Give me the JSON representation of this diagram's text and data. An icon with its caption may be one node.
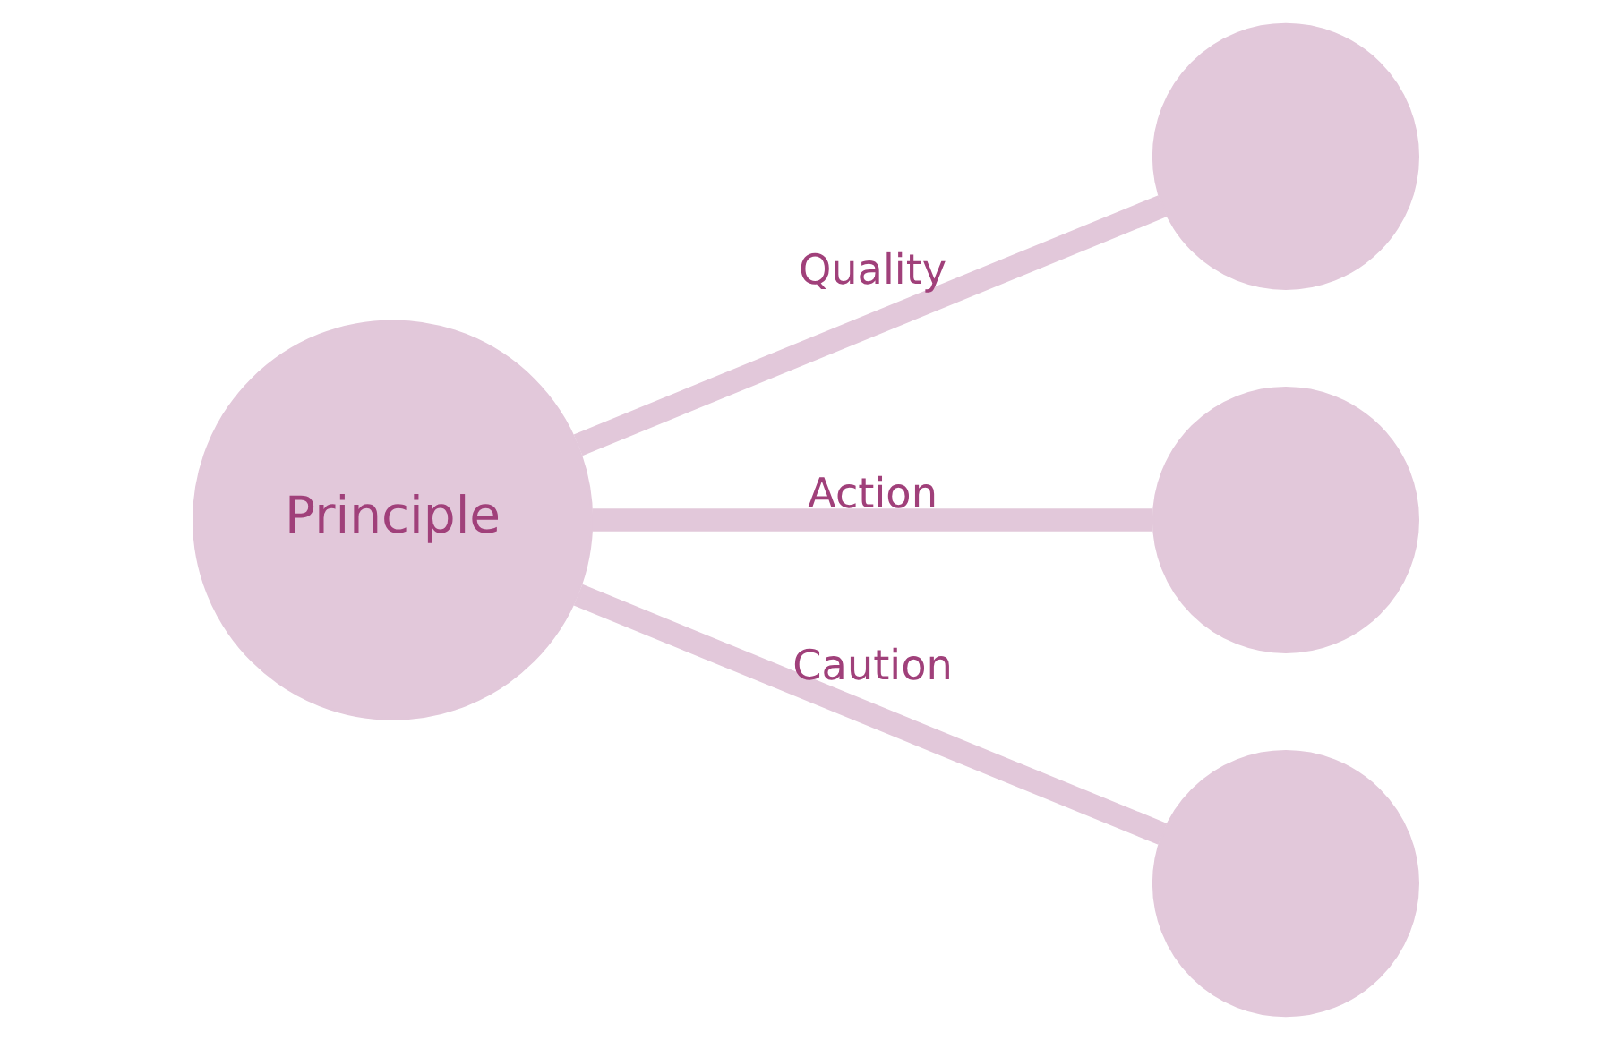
{
  "diagram": {
    "nodes": [
      {
        "text": [
          "Principle"
        ]
      },
      {
        "text": [],
        "shape": "circle"
      },
      {
        "text": [],
        "shape": "circle"
      },
      {
        "text": [],
        "shape": "circle"
      }
    ],
    "edges": [
      {
        "from": 0,
        "to": 1,
        "arrow": "none",
        "label": "Quality"
      },
      {
        "from": 0,
        "to": 2,
        "arrow": "none",
        "label": "Action"
      },
      {
        "from": 0,
        "to": 3,
        "arrow": "none",
        "label": "Caution"
      }
    ]
  }
}
